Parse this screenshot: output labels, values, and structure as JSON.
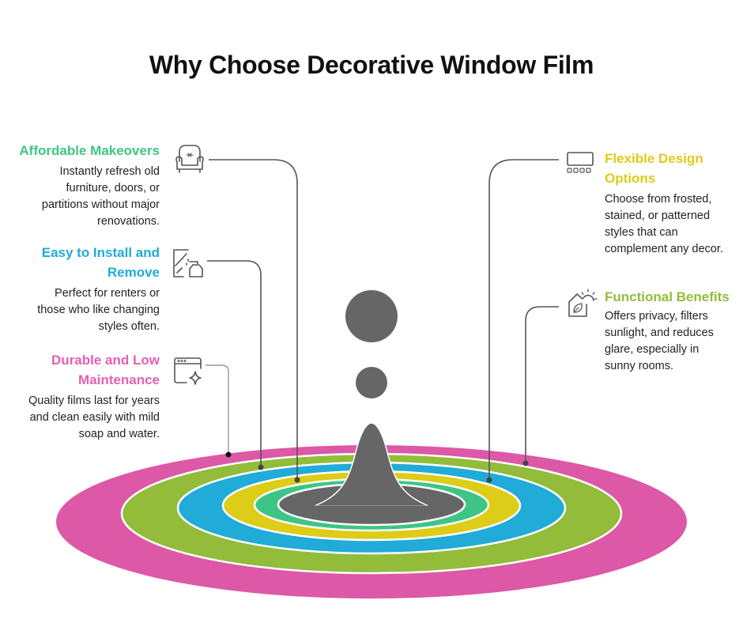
{
  "title": "Why Choose Decorative Window Film",
  "colors": {
    "pink": "#DD58A6",
    "green": "#92BC3A",
    "blue": "#20ABD8",
    "yellow": "#DDCC18",
    "teal": "#3EC585",
    "gray": "#666666",
    "connector": "#555555"
  },
  "items": [
    {
      "heading": "Affordable Makeovers",
      "description": "Instantly refresh old furniture, doors, or partitions without major renovations.",
      "icon": "armchair-icon",
      "color": "#3EC585",
      "side": "left"
    },
    {
      "heading": "Easy to Install and Remove",
      "description": "Perfect for renters or those who like changing styles often.",
      "icon": "window-spray-icon",
      "color": "#20ABD8",
      "side": "left"
    },
    {
      "heading": "Durable and Low Maintenance",
      "description": "Quality films last for years and clean easily with mild soap and water.",
      "icon": "browser-sparkle-icon",
      "color": "#E45FB4",
      "side": "left"
    },
    {
      "heading": "Flexible Design Options",
      "description": "Choose from frosted, stained, or patterned styles that can complement any decor.",
      "icon": "screen-swatches-icon",
      "color": "#DDCC18",
      "side": "right"
    },
    {
      "heading": "Functional Benefits",
      "description": "Offers privacy, filters sunlight, and reduces glare, especially in sunny rooms.",
      "icon": "eco-house-sun-icon",
      "color": "#92BC3A",
      "side": "right"
    }
  ]
}
